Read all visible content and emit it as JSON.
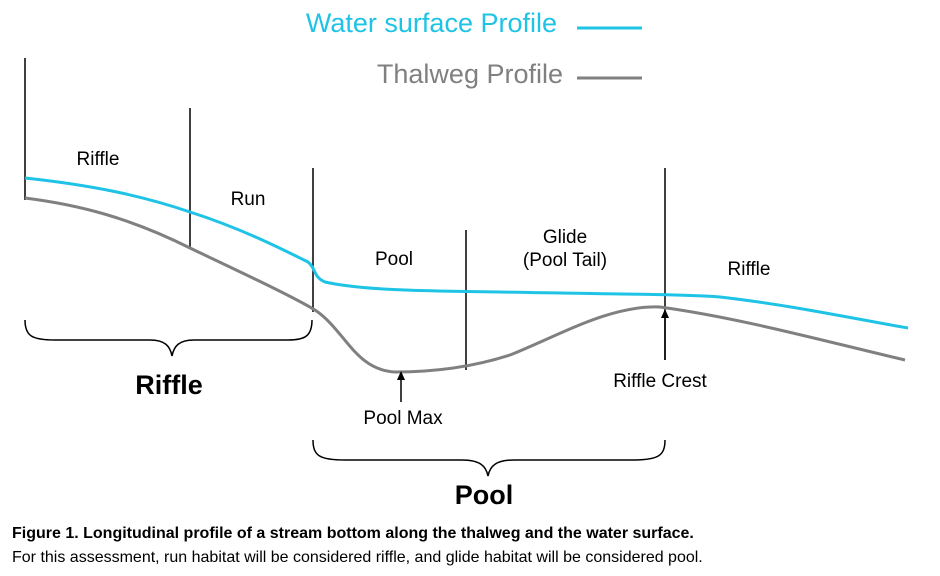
{
  "legend": {
    "water_label": "Water surface Profile",
    "thalweg_label": "Thalweg Profile"
  },
  "colors": {
    "water_surface": "#1ec3e6",
    "thalweg": "#808080",
    "divider": "#000000"
  },
  "segments": {
    "riffle_left": "Riffle",
    "run": "Run",
    "pool": "Pool",
    "glide_line1": "Glide",
    "glide_line2": "(Pool Tail)",
    "riffle_right": "Riffle"
  },
  "features": {
    "pool_max": "Pool Max",
    "riffle_crest": "Riffle Crest"
  },
  "groups": {
    "riffle": "Riffle",
    "pool": "Pool"
  },
  "caption": {
    "title": "Figure 1. Longitudinal profile of a stream bottom along the thalweg and the water surface.",
    "body": "For this assessment, run habitat will be considered riffle, and glide habitat will be considered pool."
  }
}
